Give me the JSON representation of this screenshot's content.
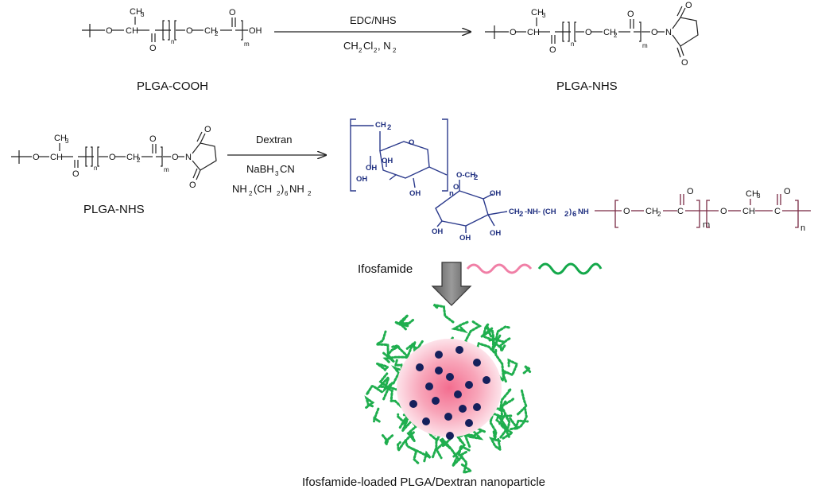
{
  "reaction1": {
    "reagent_top": "EDC/NHS",
    "reagent_bottom_main": "CH",
    "reagent_bottom_sub1": "2",
    "reagent_bottom_mid": "Cl",
    "reagent_bottom_sub2": "2",
    "reagent_bottom_end": ", N",
    "reagent_bottom_sub3": "2",
    "reactant_label": "PLGA-COOH",
    "product_label": "PLGA-NHS"
  },
  "reaction2": {
    "reagent_1": "Dextran",
    "reagent_2_main": "NaBH",
    "reagent_2_sub": "3",
    "reagent_2_end": "CN",
    "reagent_3_a": "NH",
    "reagent_3_sub1": "2",
    "reagent_3_b": " (CH",
    "reagent_3_sub2": "2",
    "reagent_3_c": ")",
    "reagent_3_sub3": "6",
    "reagent_3_d": " NH",
    "reagent_3_sub4": "2",
    "reactant_label": "PLGA-NHS"
  },
  "atoms": {
    "O": "O",
    "OH": "OH",
    "N": "N",
    "CH3": "CH",
    "three": "3",
    "two": "2",
    "n": "n",
    "m": "m",
    "CH2O": "O-CH",
    "ch2o_sub": "2",
    "o_ch2": "O",
    "ch_label": "CH",
    "linker_a": "CH",
    "linker_b": "-NH- (CH",
    "linker_c": ")",
    "linker_d": "NH",
    "six": "6",
    "ring_O": "O",
    "ring_CH2": "CH",
    "c_atom": "C",
    "chain_O": "O",
    "chain_CH2": "CH",
    "chain_CH": "CH",
    "ch_dot": "CH"
  },
  "load_step": {
    "drug_label": "Ifosfamide",
    "caption": "Ifosfamide-loaded  PLGA/Dextran nanoparticle"
  },
  "colors": {
    "dextran_blue": "#2b3a8c",
    "plga_maroon": "#7a2b45",
    "dextran_shell_green": "#1fae4e",
    "plga_core_pink": "#f7a6b8",
    "drug_navy": "#15205c",
    "arrow_gray": "#7d7d7d"
  }
}
